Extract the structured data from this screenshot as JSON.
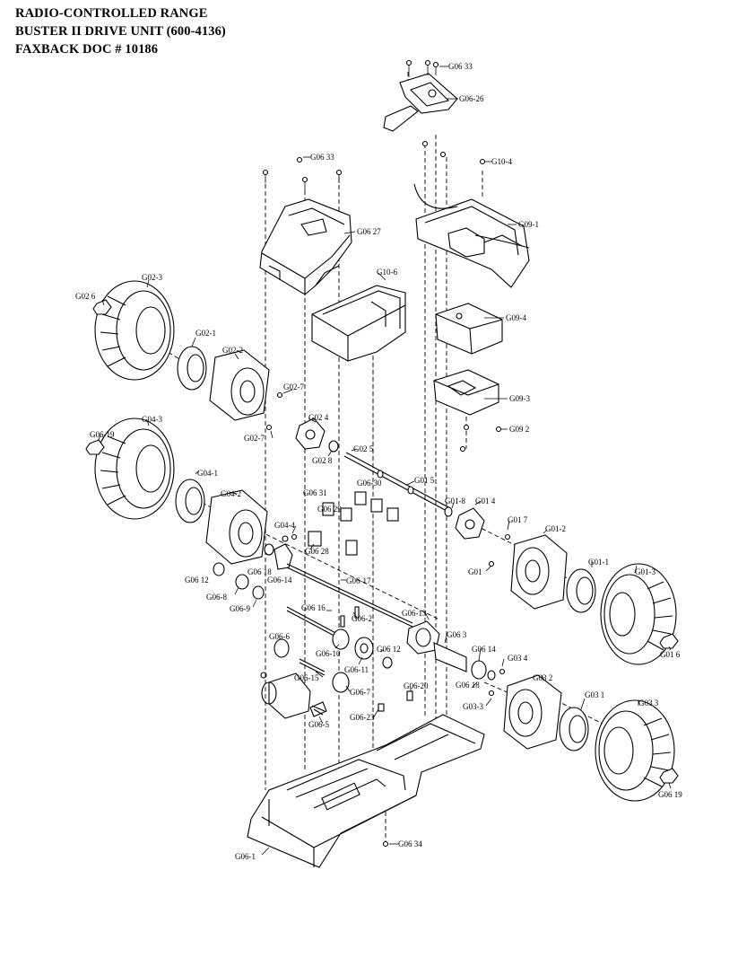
{
  "header": {
    "line1": "RADIO-CONTROLLED RANGE",
    "line2": "BUSTER  II  DRIVE UNIT  (600-4136)",
    "line3": "FAXBACK DOC # 10186"
  },
  "labels": {
    "g0633a": "G06 33",
    "g0626": "G06-26",
    "g0633b": "G06 33",
    "g104": "G10-4",
    "g0627": "G06 27",
    "g091": "G09-1",
    "g106": "G10-6",
    "g023": "G02-3",
    "g026": "G02 6",
    "g021": "G02-1",
    "g094": "G09-4",
    "g022": "G02-2",
    "g027a": "G02-7",
    "g093": "G09-3",
    "g024": "G02 4",
    "g092": "G09 2",
    "g0619a": "G06-19",
    "g043": "G04-3",
    "g027b": "G02-7",
    "g028": "G02 8",
    "g025": "G02 5",
    "g041": "G04-1",
    "g042": "G04-2",
    "g015": "G01 5",
    "g0631": "G06 31",
    "g0630": "G06-30",
    "g018": "G01-8",
    "g014": "G01 4",
    "g0629": "G06 29",
    "g017": "G01 7",
    "g044": "G04-4",
    "g0628": "G06 28",
    "g012": "G01-2",
    "g01": "G01",
    "g0618a": "G06 18",
    "g011": "G01-1",
    "g0614a": "G06-14",
    "g0612a": "G06 12",
    "g0617": "G06-17",
    "g013": "G01-3",
    "g068": "G06-8",
    "g069": "G06-9",
    "g0616": "G06 16",
    "g0613": "G06-13",
    "g062": "G06-2",
    "g016": "G01 6",
    "g066": "G06-6",
    "g063": "G06 3",
    "g0610": "G06-10",
    "g0612b": "G06 12",
    "g0614b": "G06 14",
    "g0611": "G06-11",
    "g034": "G03 4",
    "g0615": "G06-15",
    "g0618b": "G06 18",
    "g032": "G03 2",
    "g067": "G06-7",
    "g0620": "G06-20",
    "g033b": "G03-3",
    "g031": "G03 1",
    "g033": "G03 3",
    "g065": "G06-5",
    "g0623": "G06-23",
    "g0619b": "G06 19",
    "g0634": "G06 34",
    "g061": "G06-1"
  }
}
